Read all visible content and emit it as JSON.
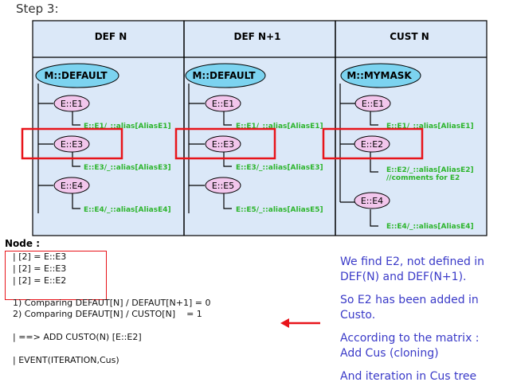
{
  "title": "Step 3:",
  "columns": [
    {
      "header": "DEF N",
      "root": "M::DEFAULT",
      "nodes": [
        {
          "label": "E::E1",
          "aliases": [
            "E::E1/_::alias[AliasE1]"
          ]
        },
        {
          "label": "E::E3",
          "aliases": [
            "E::E3/_::alias[AliasE3]"
          ]
        },
        {
          "label": "E::E4",
          "aliases": [
            "E::E4/_::alias[AliasE4]"
          ]
        }
      ]
    },
    {
      "header": "DEF N+1",
      "root": "M::DEFAULT",
      "nodes": [
        {
          "label": "E::E1",
          "aliases": [
            "E::E1/_::alias[AliasE1]"
          ]
        },
        {
          "label": "E::E3",
          "aliases": [
            "E::E3/_::alias[AliasE3]"
          ]
        },
        {
          "label": "E::E5",
          "aliases": [
            "E::E5/_::alias[AliasE5]"
          ]
        }
      ]
    },
    {
      "header": "CUST N",
      "root": "M::MYMASK",
      "nodes": [
        {
          "label": "E::E1",
          "aliases": [
            "E::E1/_::alias[AliasE1]"
          ]
        },
        {
          "label": "E::E2",
          "aliases": [
            "E::E2/_::alias[AliasE2]",
            "//comments for E2"
          ]
        },
        {
          "label": "E::E4",
          "aliases": [
            "E::E4/_::alias[AliasE4]"
          ]
        }
      ]
    }
  ],
  "node_header": "Node :",
  "node_lines": [
    "| [2] = E::E3",
    "| [2] = E::E3",
    "| [2] = E::E2"
  ],
  "comparisons": [
    "1) Comparing DEFAUT[N] / DEFAUT[N+1] = 0",
    "2) Comparing DEFAUT[N] / CUSTO[N]    = 1"
  ],
  "add_line": "| ==> ADD CUSTO(N) [E::E2]",
  "event_line": "| EVENT(ITERATION,Cus)",
  "notes": [
    {
      "lines": [
        "We find E2, not defined in",
        "DEF(N) and DEF(N+1)."
      ]
    },
    {
      "lines": [
        "So E2 has been added in",
        "Custo."
      ]
    },
    {
      "lines": [
        "According to the matrix :",
        "Add Cus (cloning)"
      ]
    },
    {
      "lines": [
        "And iteration in Cus tree"
      ]
    }
  ],
  "colors": {
    "panel_bg": "#dbe8f8",
    "root_fill": "#7cd3f0",
    "node_fill": "#f2c6ec",
    "alias_text": "#2db52d",
    "highlight_box": "#e8141a",
    "note_text": "#3a3ac8",
    "arrow": "#e8141a"
  }
}
